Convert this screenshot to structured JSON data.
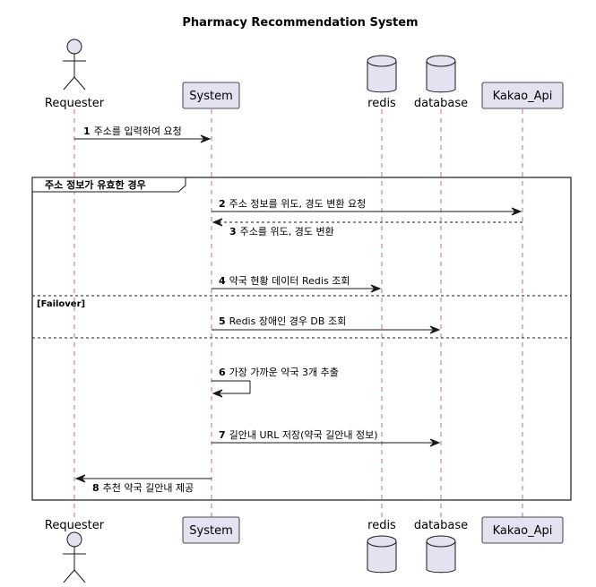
{
  "title": "Pharmacy Recommendation System",
  "participants": [
    {
      "id": "requester",
      "label": "Requester",
      "kind": "actor"
    },
    {
      "id": "system",
      "label": "System",
      "kind": "participant"
    },
    {
      "id": "redis",
      "label": "redis",
      "kind": "database"
    },
    {
      "id": "database",
      "label": "database",
      "kind": "database"
    },
    {
      "id": "kakao",
      "label": "Kakao_Api",
      "kind": "participant"
    }
  ],
  "messages": [
    {
      "num": "1",
      "text": "주소를 입력하여 요청",
      "from": "requester",
      "to": "system",
      "style": "solid"
    },
    {
      "num": "2",
      "text": "주소 정보를 위도, 경도 변환 요청",
      "from": "system",
      "to": "kakao",
      "style": "solid"
    },
    {
      "num": "3",
      "text": "주소를 위도, 경도 변환",
      "from": "kakao",
      "to": "system",
      "style": "dashed"
    },
    {
      "num": "4",
      "text": "약국 현황 데이터 Redis 조회",
      "from": "system",
      "to": "redis",
      "style": "solid"
    },
    {
      "num": "5",
      "text": "Redis 장애인 경우 DB 조회",
      "from": "system",
      "to": "database",
      "style": "solid"
    },
    {
      "num": "6",
      "text": "가장 가까운 약국 3개 추출",
      "from": "system",
      "to": "system",
      "style": "solid"
    },
    {
      "num": "7",
      "text": "길안내 URL 저장(약국 길안내 정보)",
      "from": "system",
      "to": "database",
      "style": "solid"
    },
    {
      "num": "8",
      "text": "추천 약국 길안내 제공",
      "from": "system",
      "to": "requester",
      "style": "solid"
    }
  ],
  "group": {
    "label": "주소 정보가 유효한 경우",
    "section_label": "[Failover]"
  }
}
